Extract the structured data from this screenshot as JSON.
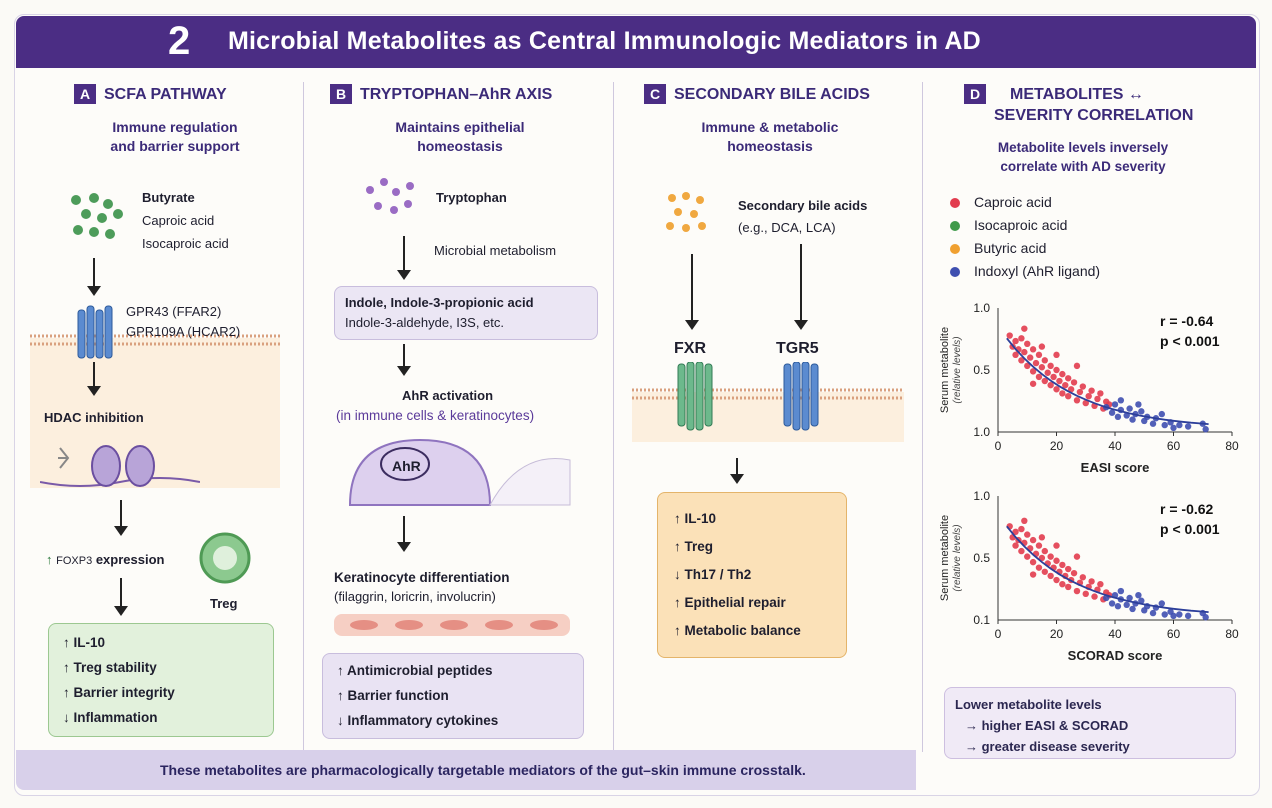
{
  "title": {
    "number": "2",
    "text": "Microbial Metabolites as Central Immunologic Mediators in AD"
  },
  "panels": {
    "a": {
      "letter": "A",
      "header": "SCFA PATHWAY",
      "sub1": "Immune regulation",
      "sub2": "and barrier support",
      "metabolites": [
        "Butyrate",
        "Caproic acid",
        "Isocaproic acid"
      ],
      "receptor1": "GPR43 (FFAR2)",
      "receptor2": "GPR109A (HCAR2)",
      "hdac": "HDAC inhibition",
      "foxp3_pre": "↑ ",
      "foxp3": "FOXP3",
      "foxp3_post": " expression",
      "treg": "Treg",
      "outcomes": [
        "↑  IL-10",
        "↑  Treg stability",
        "↑  Barrier integrity",
        "↓  Inflammation"
      ]
    },
    "b": {
      "letter": "B",
      "header": "TRYPTOPHAN–AhR AXIS",
      "sub1": "Maintains epithelial",
      "sub2": "homeostasis",
      "tryptophan": "Tryptophan",
      "microbial": "Microbial metabolism",
      "indole1": "Indole, Indole-3-propionic acid",
      "indole2": "Indole-3-aldehyde, I3S, etc.",
      "ahr_activation": "AhR activation",
      "ahr_cells": "(in immune cells & keratinocytes)",
      "ahr": "AhR",
      "kerat": "Keratinocyte differentiation",
      "kerat_sub": "(filaggrin, loricrin, involucrin)",
      "outcomes": [
        "↑  Antimicrobial peptides",
        "↑  Barrier function",
        "↓  Inflammatory cytokines"
      ]
    },
    "c": {
      "letter": "C",
      "header": "SECONDARY BILE ACIDS",
      "sub1": "Immune & metabolic",
      "sub2": "homeostasis",
      "bile1": "Secondary bile acids",
      "bile2": "(e.g., DCA, LCA)",
      "fxr": "FXR",
      "tgr5": "TGR5",
      "outcomes": [
        "↑  IL-10",
        "↑  Treg",
        "↓  Th17 / Th2",
        "↑  Epithelial repair",
        "↑  Metabolic balance"
      ]
    },
    "d": {
      "letter": "D",
      "header1": "METABOLITES ↔",
      "header2": "SEVERITY CORRELATION",
      "sub1": "Metabolite levels inversely",
      "sub2": "correlate with AD severity",
      "legend": [
        {
          "label": "Caproic acid",
          "color": "#e23c4e"
        },
        {
          "label": "Isocaproic acid",
          "color": "#3f9a4a"
        },
        {
          "label": "Butyric acid",
          "color": "#f0a030"
        },
        {
          "label": "Indoxyl (AhR ligand)",
          "color": "#3f4fb0"
        }
      ],
      "summary": [
        "Lower metabolite levels",
        "→  higher EASI & SCORAD",
        "→  greater disease severity"
      ]
    }
  },
  "footer": "These metabolites are pharmacologically targetable mediators of the gut–skin immune crosstalk.",
  "chart_data": [
    {
      "type": "scatter",
      "xlabel": "EASI score",
      "ylabel": "Serum metabolite",
      "ylabel2": "(relative levels)",
      "xticks": [
        "0",
        "20",
        "40",
        "60",
        "80"
      ],
      "yticks": [
        "1.0",
        "0.5",
        "1.0"
      ],
      "xlim": [
        0,
        80
      ],
      "ylim": [
        0.1,
        1.0
      ],
      "annotation_r": "r = -0.64",
      "annotation_p": "p < 0.001",
      "series": [
        {
          "color": "#e23c4e",
          "points": [
            [
              4,
              0.8
            ],
            [
              5,
              0.72
            ],
            [
              6,
              0.76
            ],
            [
              6,
              0.66
            ],
            [
              7,
              0.7
            ],
            [
              8,
              0.78
            ],
            [
              8,
              0.62
            ],
            [
              9,
              0.68
            ],
            [
              10,
              0.74
            ],
            [
              10,
              0.58
            ],
            [
              11,
              0.64
            ],
            [
              12,
              0.7
            ],
            [
              12,
              0.54
            ],
            [
              13,
              0.6
            ],
            [
              14,
              0.66
            ],
            [
              14,
              0.5
            ],
            [
              15,
              0.57
            ],
            [
              16,
              0.62
            ],
            [
              16,
              0.47
            ],
            [
              17,
              0.53
            ],
            [
              18,
              0.58
            ],
            [
              18,
              0.44
            ],
            [
              19,
              0.5
            ],
            [
              20,
              0.55
            ],
            [
              20,
              0.41
            ],
            [
              21,
              0.47
            ],
            [
              22,
              0.52
            ],
            [
              22,
              0.38
            ],
            [
              23,
              0.44
            ],
            [
              24,
              0.49
            ],
            [
              24,
              0.36
            ],
            [
              25,
              0.41
            ],
            [
              26,
              0.46
            ],
            [
              27,
              0.33
            ],
            [
              28,
              0.39
            ],
            [
              29,
              0.43
            ],
            [
              30,
              0.31
            ],
            [
              31,
              0.36
            ],
            [
              32,
              0.4
            ],
            [
              33,
              0.29
            ],
            [
              34,
              0.34
            ],
            [
              35,
              0.38
            ],
            [
              36,
              0.27
            ],
            [
              37,
              0.32
            ],
            [
              38,
              0.3
            ],
            [
              9,
              0.85
            ],
            [
              15,
              0.72
            ],
            [
              27,
              0.58
            ],
            [
              12,
              0.45
            ],
            [
              20,
              0.66
            ]
          ]
        },
        {
          "color": "#3f4fb0",
          "points": [
            [
              37,
              0.28
            ],
            [
              39,
              0.24
            ],
            [
              40,
              0.3
            ],
            [
              41,
              0.21
            ],
            [
              42,
              0.26
            ],
            [
              44,
              0.22
            ],
            [
              45,
              0.27
            ],
            [
              46,
              0.19
            ],
            [
              47,
              0.23
            ],
            [
              49,
              0.25
            ],
            [
              50,
              0.18
            ],
            [
              51,
              0.21
            ],
            [
              53,
              0.16
            ],
            [
              54,
              0.2
            ],
            [
              56,
              0.23
            ],
            [
              57,
              0.15
            ],
            [
              59,
              0.17
            ],
            [
              60,
              0.13
            ],
            [
              62,
              0.15
            ],
            [
              65,
              0.14
            ],
            [
              70,
              0.16
            ],
            [
              71,
              0.12
            ],
            [
              42,
              0.33
            ],
            [
              48,
              0.3
            ]
          ]
        }
      ]
    },
    {
      "type": "scatter",
      "xlabel": "SCORAD score",
      "ylabel": "Serum metabolite",
      "ylabel2": "(relative levels)",
      "xticks": [
        "0",
        "20",
        "40",
        "60",
        "80"
      ],
      "yticks": [
        "1.0",
        "0.5",
        "0.1"
      ],
      "xlim": [
        0,
        80
      ],
      "ylim": [
        0.1,
        1.0
      ],
      "annotation_r": "r = -0.62",
      "annotation_p": "p < 0.001",
      "series": [
        {
          "color": "#e23c4e",
          "points": [
            [
              4,
              0.78
            ],
            [
              5,
              0.7
            ],
            [
              6,
              0.74
            ],
            [
              6,
              0.64
            ],
            [
              7,
              0.68
            ],
            [
              8,
              0.76
            ],
            [
              8,
              0.6
            ],
            [
              9,
              0.66
            ],
            [
              10,
              0.72
            ],
            [
              10,
              0.56
            ],
            [
              11,
              0.62
            ],
            [
              12,
              0.68
            ],
            [
              12,
              0.52
            ],
            [
              13,
              0.58
            ],
            [
              14,
              0.64
            ],
            [
              14,
              0.48
            ],
            [
              15,
              0.55
            ],
            [
              16,
              0.6
            ],
            [
              16,
              0.45
            ],
            [
              17,
              0.51
            ],
            [
              18,
              0.56
            ],
            [
              18,
              0.42
            ],
            [
              19,
              0.48
            ],
            [
              20,
              0.53
            ],
            [
              20,
              0.39
            ],
            [
              21,
              0.45
            ],
            [
              22,
              0.5
            ],
            [
              22,
              0.36
            ],
            [
              23,
              0.42
            ],
            [
              24,
              0.47
            ],
            [
              24,
              0.34
            ],
            [
              25,
              0.39
            ],
            [
              26,
              0.44
            ],
            [
              27,
              0.31
            ],
            [
              28,
              0.37
            ],
            [
              29,
              0.41
            ],
            [
              30,
              0.29
            ],
            [
              31,
              0.34
            ],
            [
              32,
              0.38
            ],
            [
              33,
              0.27
            ],
            [
              34,
              0.32
            ],
            [
              35,
              0.36
            ],
            [
              36,
              0.25
            ],
            [
              37,
              0.3
            ],
            [
              38,
              0.28
            ],
            [
              9,
              0.82
            ],
            [
              15,
              0.7
            ],
            [
              27,
              0.56
            ],
            [
              12,
              0.43
            ],
            [
              20,
              0.64
            ]
          ]
        },
        {
          "color": "#3f4fb0",
          "points": [
            [
              37,
              0.26
            ],
            [
              39,
              0.22
            ],
            [
              40,
              0.28
            ],
            [
              41,
              0.2
            ],
            [
              42,
              0.25
            ],
            [
              44,
              0.21
            ],
            [
              45,
              0.26
            ],
            [
              46,
              0.18
            ],
            [
              47,
              0.22
            ],
            [
              49,
              0.24
            ],
            [
              50,
              0.17
            ],
            [
              51,
              0.2
            ],
            [
              53,
              0.15
            ],
            [
              54,
              0.19
            ],
            [
              56,
              0.22
            ],
            [
              57,
              0.14
            ],
            [
              59,
              0.16
            ],
            [
              60,
              0.13
            ],
            [
              62,
              0.14
            ],
            [
              65,
              0.13
            ],
            [
              70,
              0.15
            ],
            [
              71,
              0.12
            ],
            [
              42,
              0.31
            ],
            [
              48,
              0.28
            ]
          ]
        }
      ]
    }
  ]
}
